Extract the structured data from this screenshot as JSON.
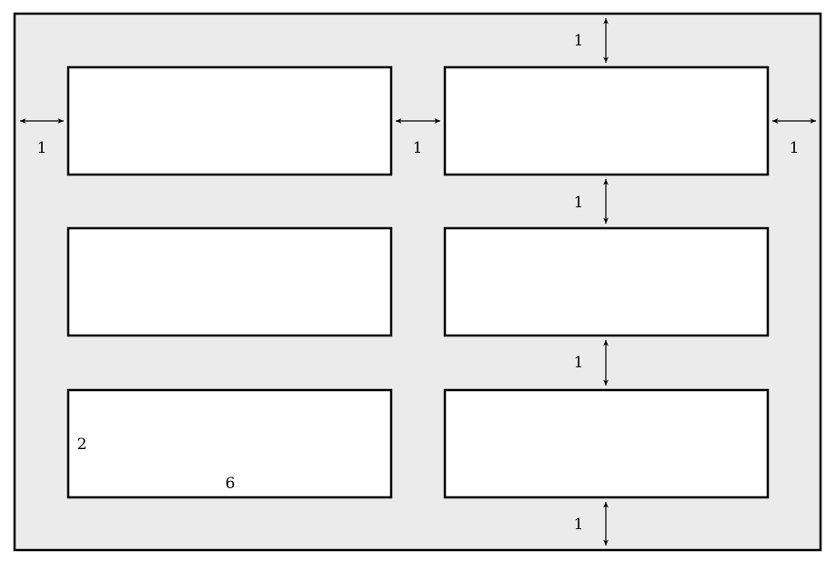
{
  "diagram": {
    "background_color": "#ebebeb",
    "box_fill": "#ffffff",
    "stroke_color": "#000000",
    "grid": {
      "rows": 3,
      "columns": 2
    },
    "spacing_labels": {
      "top": "1",
      "left": "1",
      "between_columns": "1",
      "right": "1",
      "between_row_1_2": "1",
      "between_row_2_3": "1",
      "bottom": "1"
    },
    "box_dimension_labels": {
      "height": "2",
      "width": "6"
    }
  }
}
